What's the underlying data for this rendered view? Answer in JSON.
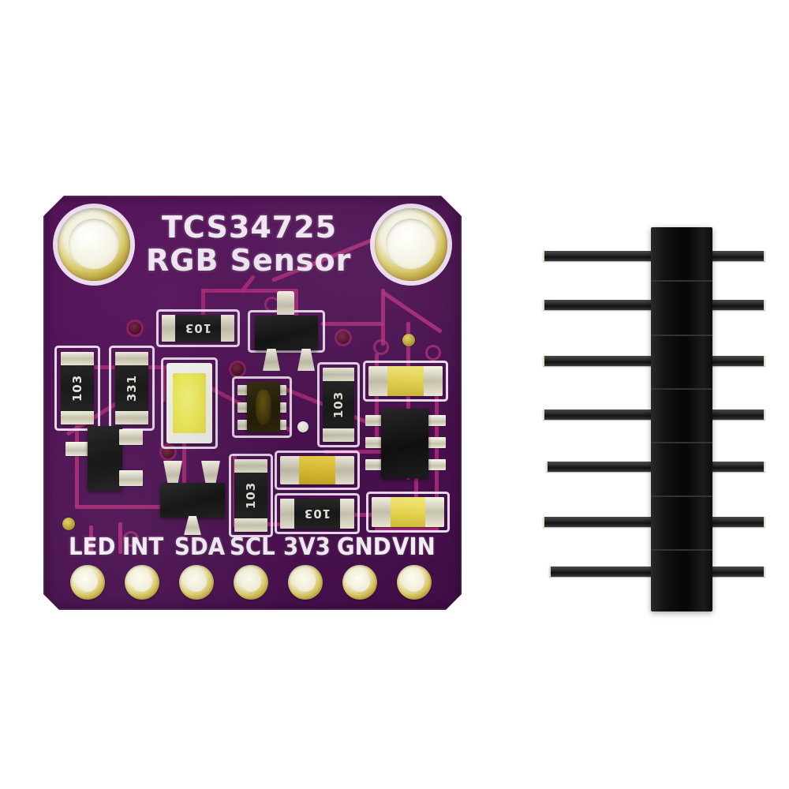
{
  "scene": {
    "description": "Product photo of a TCS34725 RGB color sensor breakout board with a separate 7-pin male header strip on a white background",
    "background_color": "#ffffff"
  },
  "board": {
    "silkscreen_title_line1": "TCS34725",
    "silkscreen_title_line2": "RGB Sensor",
    "pcb_color": "#4e1254",
    "silk_color": "#f3e9f6",
    "trace_color": "#b22b7a",
    "pad_gold_color": "#d7c662",
    "pin_labels": [
      "LED",
      "INT",
      "SDA",
      "SCL",
      "3V3",
      "GND",
      "VIN"
    ],
    "pin_count": 7,
    "mounting_holes": 2,
    "components": [
      {
        "name": "white-led",
        "type": "led",
        "marking": ""
      },
      {
        "name": "tcs34725-sensor",
        "type": "sensor-ic",
        "marking": ""
      },
      {
        "name": "resistor-103-top",
        "type": "resistor",
        "marking": "103"
      },
      {
        "name": "resistor-103-left",
        "type": "resistor",
        "marking": "103"
      },
      {
        "name": "resistor-331",
        "type": "resistor",
        "marking": "331"
      },
      {
        "name": "resistor-103-right",
        "type": "resistor",
        "marking": "103"
      },
      {
        "name": "resistor-103-lower-left",
        "type": "resistor",
        "marking": "103"
      },
      {
        "name": "resistor-103-lower-mid",
        "type": "resistor",
        "marking": "103"
      },
      {
        "name": "regulator-sot23-6",
        "type": "ic",
        "marking": ""
      },
      {
        "name": "transistor-sot23-top",
        "type": "transistor",
        "marking": ""
      },
      {
        "name": "transistor-sot23-left",
        "type": "transistor",
        "marking": ""
      },
      {
        "name": "transistor-sot23-bottom",
        "type": "transistor",
        "marking": ""
      },
      {
        "name": "capacitor-yellow-1",
        "type": "capacitor",
        "marking": ""
      },
      {
        "name": "capacitor-yellow-2",
        "type": "capacitor",
        "marking": ""
      },
      {
        "name": "capacitor-yellow-3",
        "type": "capacitor",
        "marking": ""
      },
      {
        "name": "capacitor-yellow-4",
        "type": "capacitor",
        "marking": ""
      }
    ]
  },
  "header": {
    "label": "7-pin male header strip",
    "pin_count": 7,
    "body_color": "#0d0d0d",
    "pin_color": "#2a2a2c"
  }
}
